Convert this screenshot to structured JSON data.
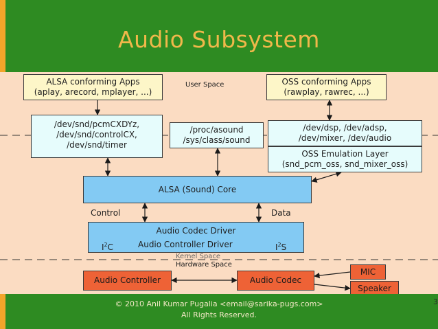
{
  "title": "Audio Subsystem",
  "boxes": {
    "alsa_apps": [
      "ALSA conforming Apps",
      "(aplay, arecord, mplayer, ...)"
    ],
    "oss_apps": [
      "OSS conforming Apps",
      "(rawplay, rawrec, ...)"
    ],
    "alsa_dev": [
      "/dev/snd/pcmCXDYz,",
      "/dev/snd/controlCX,",
      "/dev/snd/timer"
    ],
    "proc": [
      "/proc/asound",
      "/sys/class/sound"
    ],
    "oss_dev": [
      "/dev/dsp, /dev/adsp,",
      "/dev/mixer, /dev/audio"
    ],
    "oss_emul": [
      "OSS Emulation Layer",
      "(snd_pcm_oss, snd_mixer_oss)"
    ],
    "alsa_core": "ALSA (Sound) Core",
    "codec_driver": "Audio Codec Driver",
    "i2c": "I",
    "i2c_sup": "2",
    "i2c_suffix": "C",
    "controller_driver": "Audio Controller Driver",
    "i2s": "I",
    "i2s_sup": "2",
    "i2s_suffix": "S",
    "audio_controller": "Audio Controller",
    "audio_codec": "Audio Codec",
    "mic": "MIC",
    "speaker": "Speaker"
  },
  "labels": {
    "user_space": "User Space",
    "kernel_space": "Kernel Space",
    "hardware_space": "Hardware Space",
    "control": "Control",
    "data": "Data"
  },
  "footer": {
    "line1": "© 2010 Anil Kumar Pugalia <email@sarika-pugs.com>",
    "line2": "All Rights Reserved."
  },
  "page_number": "3",
  "colors": {
    "band_green": "#2e8b22",
    "title_gold": "#f0b84a",
    "background_peach": "#fbdcc2",
    "app_box": "#fdf6c8",
    "device_box": "#e6fcfc",
    "core_box": "#83caf3",
    "hardware_box": "#ee6236"
  }
}
